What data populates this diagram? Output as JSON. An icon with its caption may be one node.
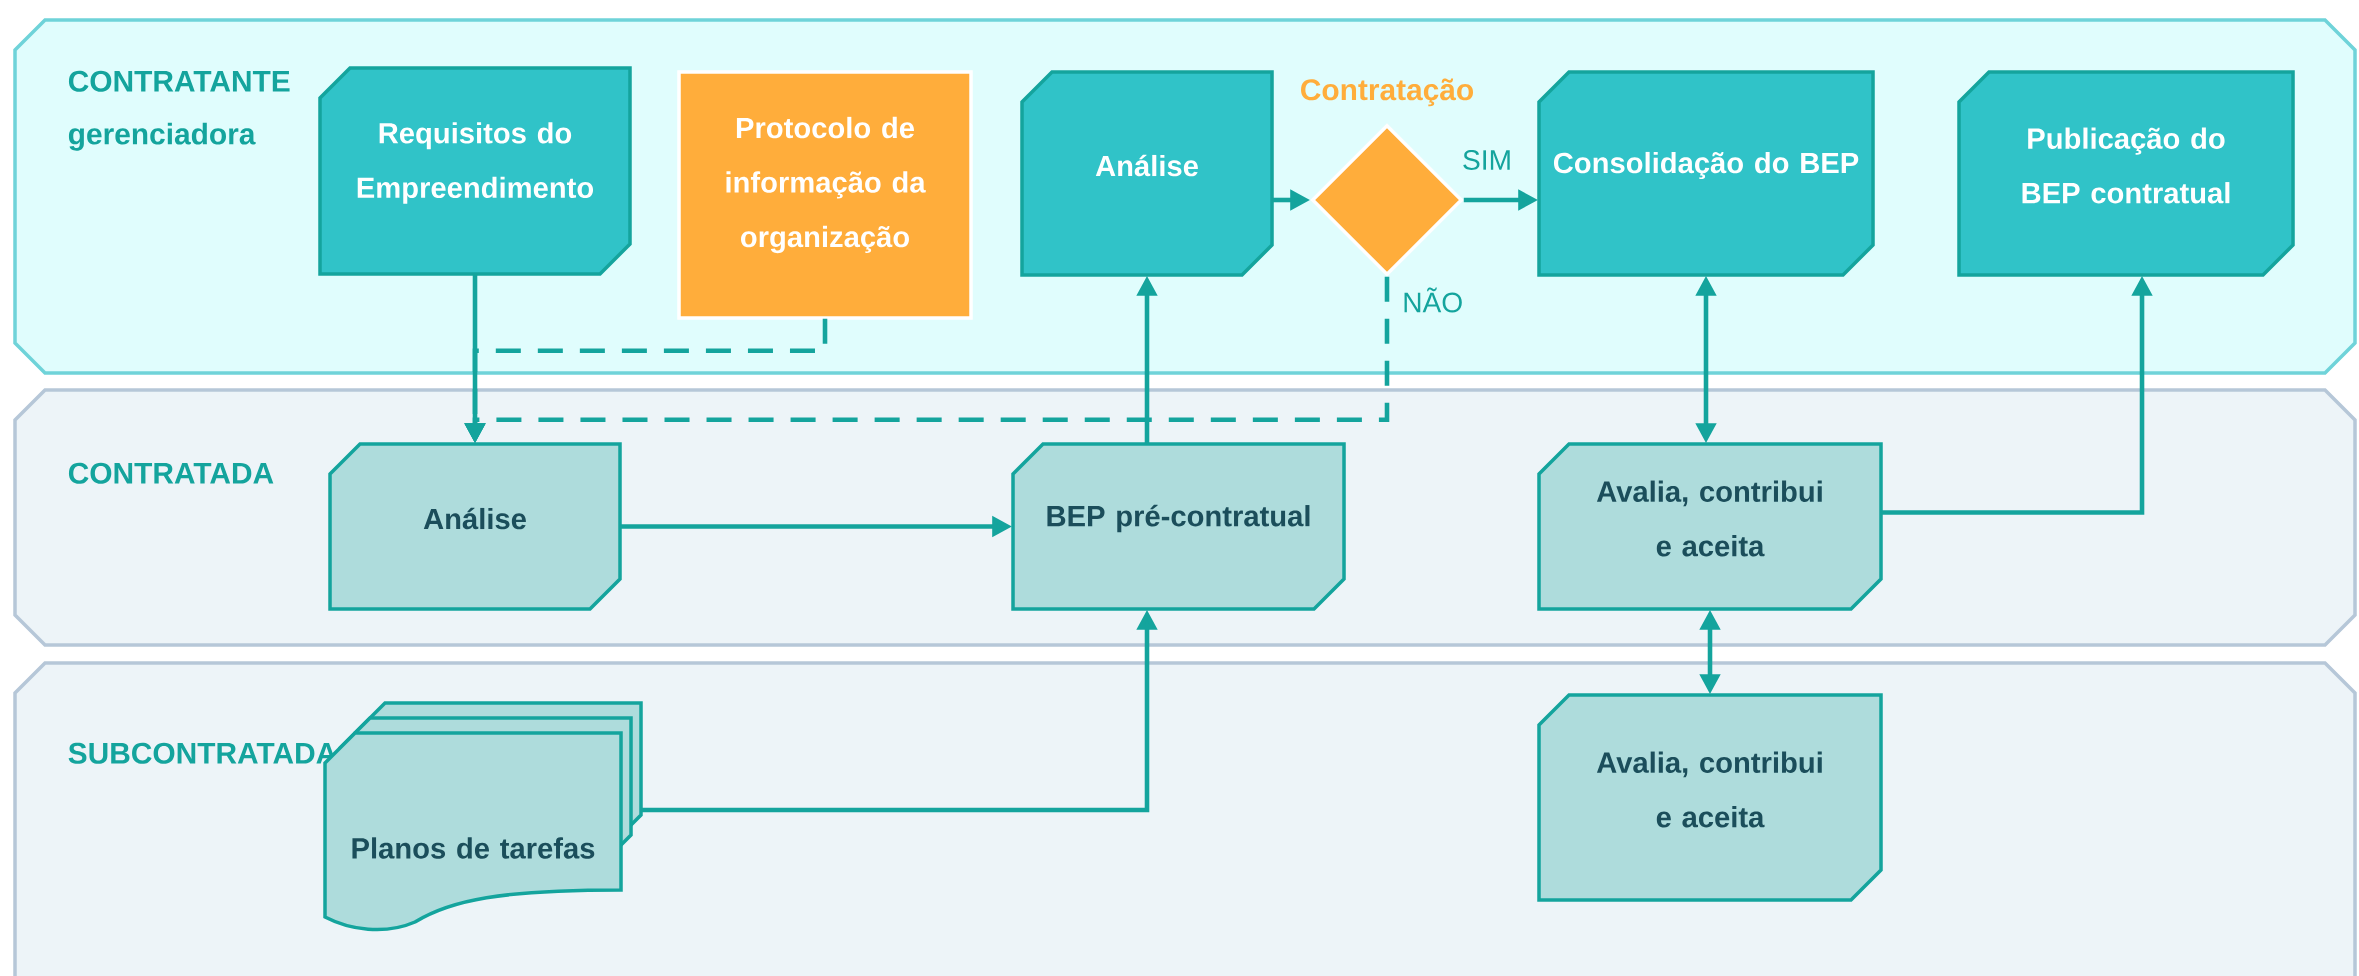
{
  "diagram": {
    "nodes": [
      {
        "text": [
          "CONTRATANTE gerenciadora"
        ]
      },
      {
        "text": [
          "CONTRATADA"
        ]
      },
      {
        "text": [
          "SUBCONTRATADA"
        ]
      },
      {
        "text": [
          "Requisitos do Empreendimento"
        ],
        "in": 0
      },
      {
        "text": [
          "Protocolo de informação da organização"
        ],
        "in": 0
      },
      {
        "text": [
          "Análise"
        ],
        "in": 0
      },
      {
        "text": [
          "Contratação"
        ],
        "in": 0
      },
      {
        "text": [
          "Consolidação do BEP"
        ],
        "in": 0
      },
      {
        "text": [
          "Publicação do BEP contratual"
        ],
        "in": 0
      },
      {
        "text": [
          "Análise"
        ],
        "in": 1
      },
      {
        "text": [
          "BEP pré-contratual"
        ],
        "in": 1
      },
      {
        "text": [
          "Avalia, contribui e aceita"
        ],
        "in": 1
      },
      {
        "text": [
          "Planos de tarefas"
        ],
        "in": 2
      },
      {
        "text": [
          "Avalia, contribui e aceita"
        ],
        "in": 2
      }
    ],
    "edges": [
      {
        "from": 3,
        "to": 9,
        "arrow": "to"
      },
      {
        "from": 4,
        "to": 9,
        "arrow": "to",
        "style": "dashed"
      },
      {
        "from": 6,
        "to": 9,
        "arrow": "to",
        "style": "dashed",
        "label": "NÃO"
      },
      {
        "from": 5,
        "to": 6,
        "arrow": "to"
      },
      {
        "from": 6,
        "to": 7,
        "arrow": "to",
        "label": "SIM"
      },
      {
        "from": 10,
        "to": 5,
        "arrow": "to"
      },
      {
        "from": 9,
        "to": 10,
        "arrow": "to"
      },
      {
        "from": 12,
        "to": 10,
        "arrow": "to"
      },
      {
        "from": 7,
        "to": 11,
        "arrow": "both"
      },
      {
        "from": 11,
        "to": 13,
        "arrow": "both"
      },
      {
        "from": 11,
        "to": 8,
        "arrow": "to"
      }
    ]
  }
}
